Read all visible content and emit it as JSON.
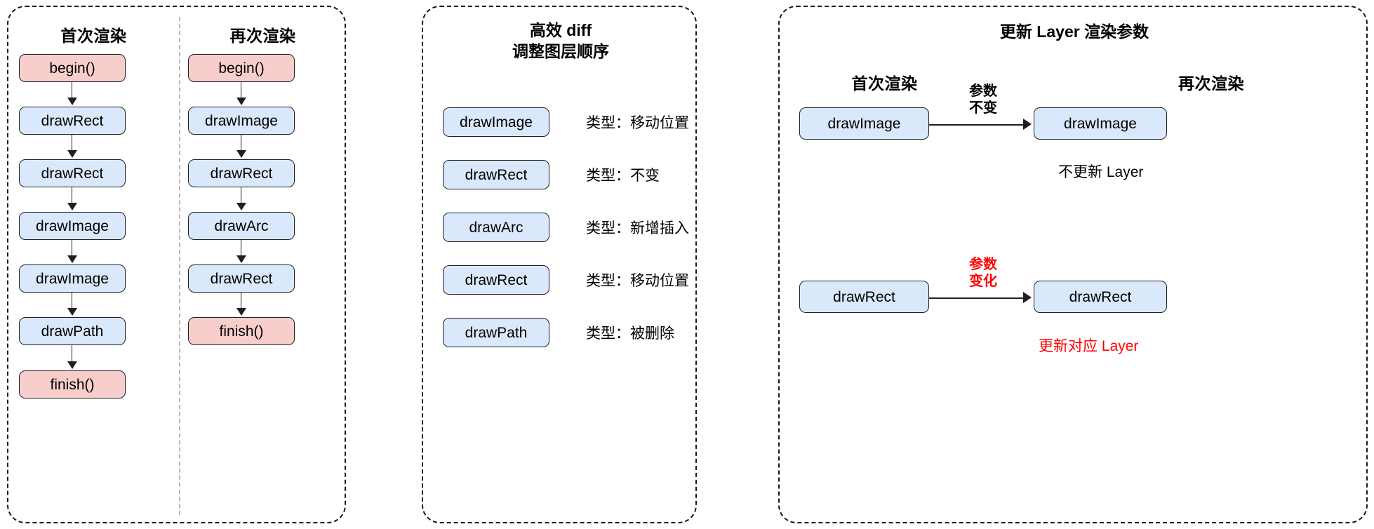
{
  "colors": {
    "blue_fill": "#dae8fc",
    "pink_fill": "#f8cecc",
    "stroke": "#1f1f1f",
    "panel_dash": "#1a1a1a",
    "divider_dash": "#b8b8b8",
    "red": "#ff0000"
  },
  "panel_left": {
    "columns": [
      {
        "title": "首次渲染",
        "nodes": [
          {
            "label": "begin()",
            "style": "pink"
          },
          {
            "label": "drawRect",
            "style": "blue"
          },
          {
            "label": "drawRect",
            "style": "blue"
          },
          {
            "label": "drawImage",
            "style": "blue"
          },
          {
            "label": "drawImage",
            "style": "blue"
          },
          {
            "label": "drawPath",
            "style": "blue"
          },
          {
            "label": "finish()",
            "style": "pink"
          }
        ]
      },
      {
        "title": "再次渲染",
        "nodes": [
          {
            "label": "begin()",
            "style": "pink"
          },
          {
            "label": "drawImage",
            "style": "blue"
          },
          {
            "label": "drawRect",
            "style": "blue"
          },
          {
            "label": "drawArc",
            "style": "blue"
          },
          {
            "label": "drawRect",
            "style": "blue"
          },
          {
            "label": "finish()",
            "style": "pink"
          }
        ]
      }
    ]
  },
  "panel_mid": {
    "title_line1": "高效 diff",
    "title_line2": "调整图层顺序",
    "rows": [
      {
        "node": "drawImage",
        "type": "类型：移动位置"
      },
      {
        "node": "drawRect",
        "type": "类型：不变"
      },
      {
        "node": "drawArc",
        "type": "类型：新增插入"
      },
      {
        "node": "drawRect",
        "type": "类型：移动位置"
      },
      {
        "node": "drawPath",
        "type": "类型：被删除"
      }
    ]
  },
  "panel_right": {
    "title": "更新 Layer 渲染参数",
    "col_left_title": "首次渲染",
    "col_right_title": "再次渲染",
    "pairs": [
      {
        "left_node": "drawImage",
        "right_node": "drawImage",
        "edge_line1": "参数",
        "edge_line2": "不变",
        "edge_color": "black",
        "note": "不更新 Layer",
        "note_color": "black"
      },
      {
        "left_node": "drawRect",
        "right_node": "drawRect",
        "edge_line1": "参数",
        "edge_line2": "变化",
        "edge_color": "red",
        "note": "更新对应 Layer",
        "note_color": "red"
      }
    ]
  },
  "flow_arrows": [
    {
      "name": "arrow-left-to-mid"
    },
    {
      "name": "arrow-mid-to-right"
    }
  ]
}
